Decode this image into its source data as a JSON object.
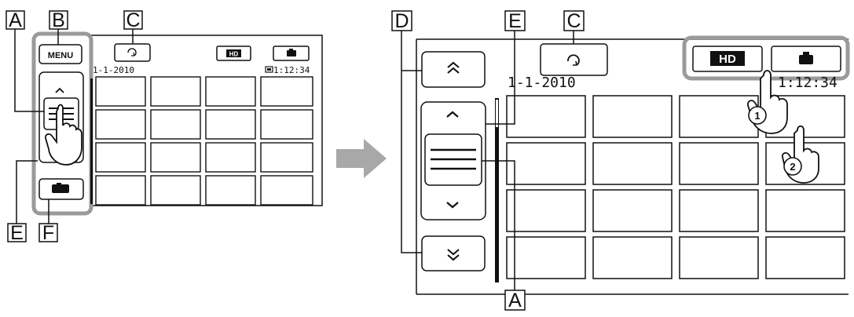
{
  "callouts": {
    "a": "A",
    "b": "B",
    "c": "C",
    "d": "D",
    "e": "E",
    "f": "F"
  },
  "left_screen": {
    "menu_label": "MENU",
    "date": "1-1-2010",
    "time": "1:12:34",
    "hd_label": "HD"
  },
  "right_screen": {
    "date": "1-1-2010",
    "time": "1:12:34",
    "hd_label": "HD"
  },
  "steps": {
    "one": "1",
    "two": "2"
  },
  "icons": {
    "up": "chevron-up-icon",
    "down": "chevron-down-icon",
    "page_up": "double-chevron-up-icon",
    "page_down": "double-chevron-down-icon",
    "rotate": "rotate-icon",
    "camera": "camera-icon",
    "hand": "pointing-hand-icon",
    "arrow": "right-arrow-icon",
    "playback": "playback-icon",
    "scroll": "scroll-bar-icon"
  },
  "colors": {
    "highlight": "#9a9a9a",
    "line": "#111111",
    "arrow": "#a8a8a8"
  }
}
